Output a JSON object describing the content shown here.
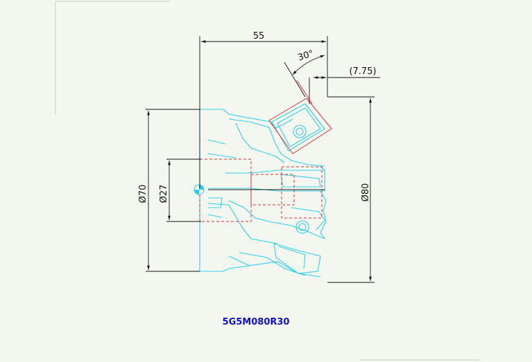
{
  "drawing": {
    "dimensions": {
      "length": "55",
      "angle": "30°",
      "offset": "(7.75)",
      "bore_diameter": "Ø27",
      "hub_diameter": "Ø70",
      "cutting_diameter": "Ø80"
    },
    "part_number": "5G5M080R30",
    "colors": {
      "background": "#f4f6f0",
      "outline": "#2fd0e6",
      "hidden_lines": "#e03030",
      "dimension_lines": "#111111",
      "part_number": "#1010c8"
    }
  }
}
